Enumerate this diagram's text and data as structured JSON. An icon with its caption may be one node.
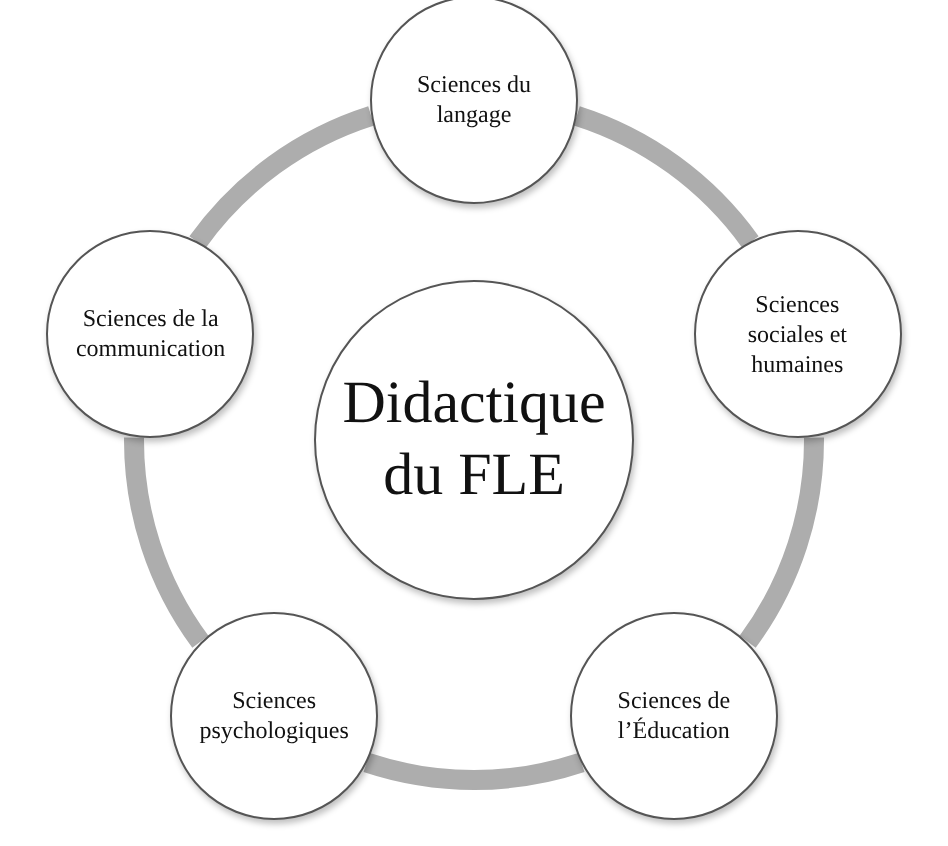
{
  "diagram": {
    "nodes": [
      {
        "text": [
          "Sciences du langage"
        ]
      },
      {
        "text": [
          "Sciences de la communication"
        ]
      },
      {
        "text": [
          "Didactique du FLE"
        ]
      },
      {
        "text": [
          "Sciences sociales et humaines"
        ]
      },
      {
        "text": [
          "Sciences psychologiques"
        ]
      },
      {
        "text": [
          "Sciences de l’Éducation"
        ]
      }
    ],
    "edges": [
      {
        "from": 0,
        "to": 3,
        "arrow": "none"
      },
      {
        "from": 3,
        "to": 5,
        "arrow": "none"
      },
      {
        "from": 5,
        "to": 4,
        "arrow": "none"
      },
      {
        "from": 4,
        "to": 1,
        "arrow": "none"
      },
      {
        "from": 1,
        "to": 0,
        "arrow": "none"
      }
    ]
  }
}
